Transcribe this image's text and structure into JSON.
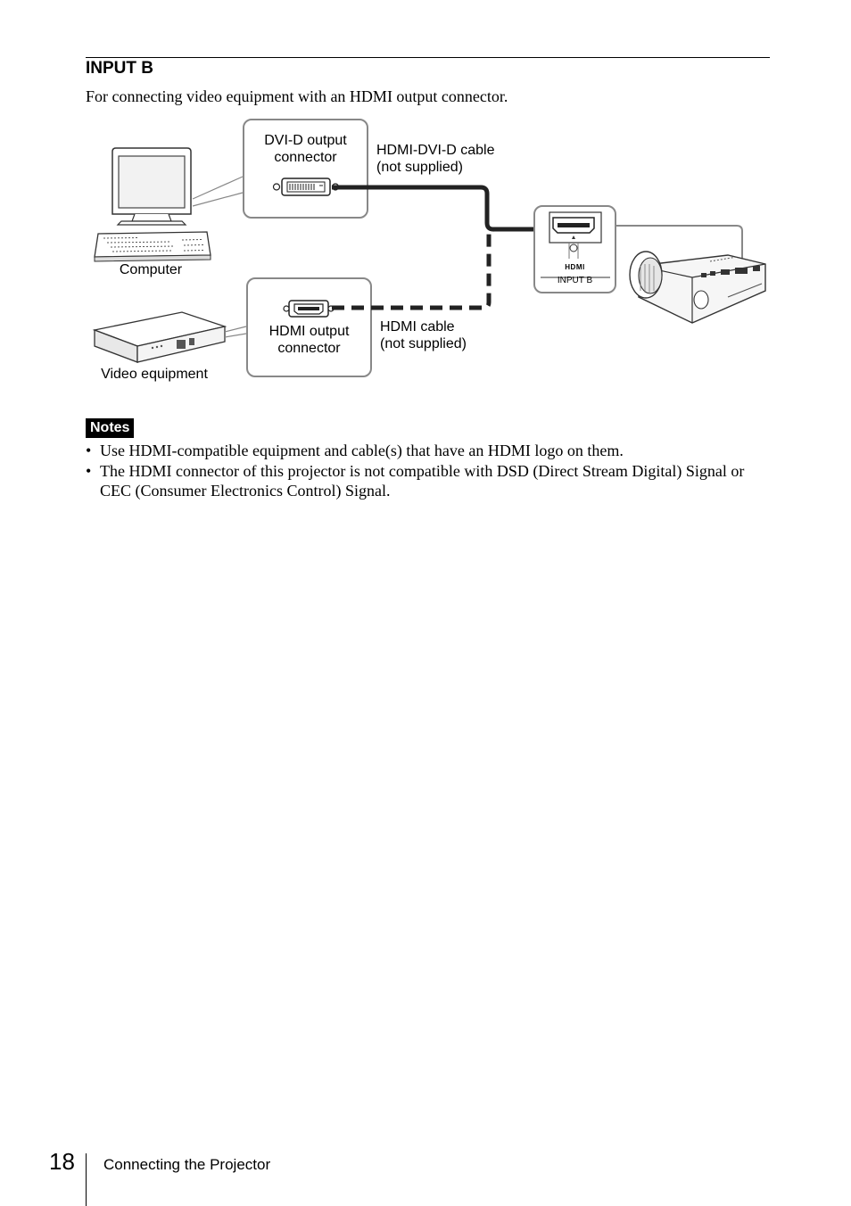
{
  "section": {
    "title": "INPUT B",
    "intro": "For connecting video equipment with an HDMI output connector."
  },
  "diagram": {
    "computer_label": "Computer",
    "video_equipment_label": "Video equipment",
    "dvi_callout": [
      "DVI-D output",
      "connector"
    ],
    "hdmi_callout": [
      "HDMI output",
      "connector"
    ],
    "hdmi_dvi_cable": [
      "HDMI-DVI-D cable",
      "(not supplied)"
    ],
    "hdmi_cable": [
      "HDMI cable",
      "(not supplied)"
    ],
    "projector_panel": {
      "logo": "HDMI",
      "port_label": "INPUT B"
    }
  },
  "notes": {
    "badge": "Notes",
    "items": [
      "Use HDMI-compatible equipment and cable(s) that have an HDMI logo on them.",
      "The HDMI connector of this projector is not compatible with DSD (Direct Stream Digital) Signal or CEC (Consumer Electronics Control) Signal."
    ]
  },
  "footer": {
    "page_number": "18",
    "section_name": "Connecting the Projector"
  }
}
